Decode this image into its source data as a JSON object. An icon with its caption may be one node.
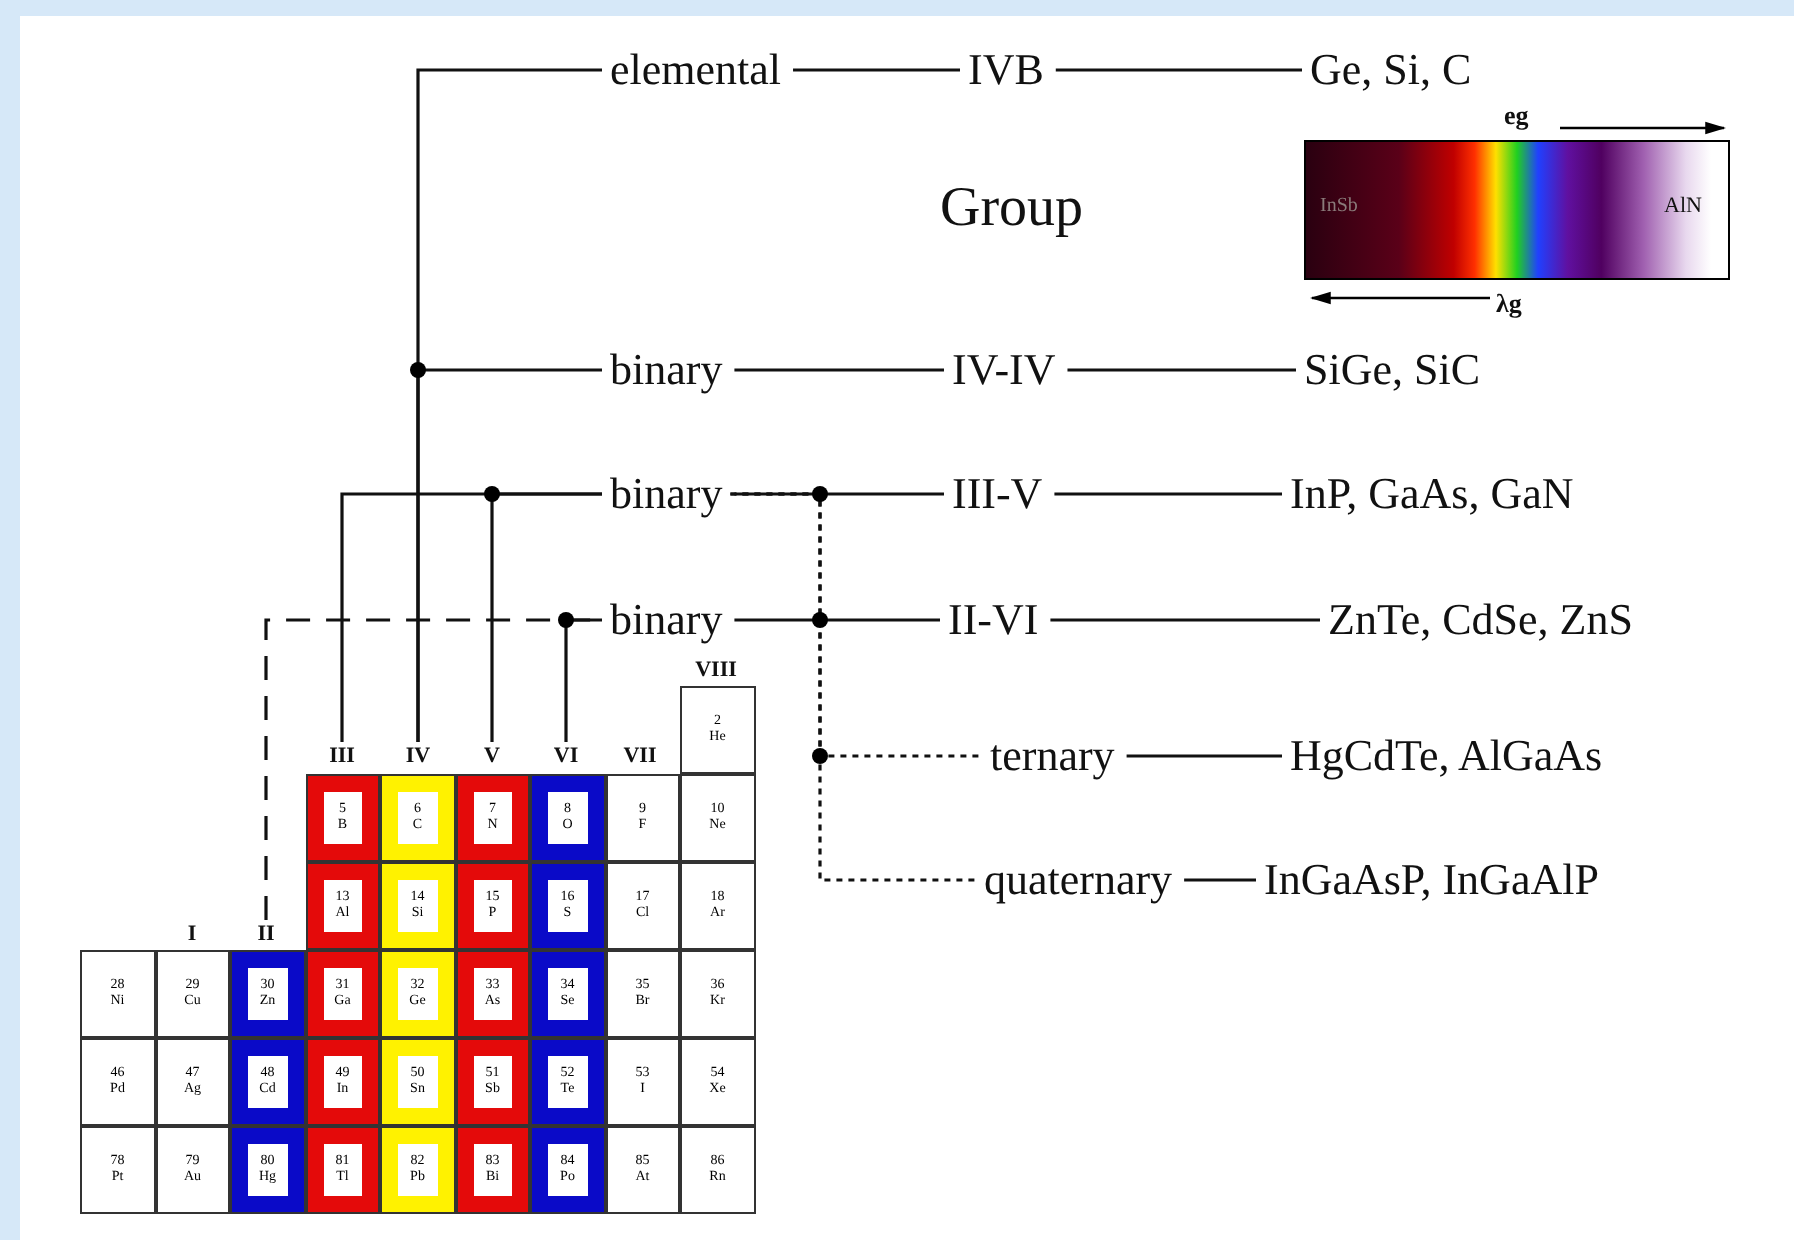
{
  "diagram": {
    "nodes": [
      {
        "text": [
          "elemental"
        ]
      },
      {
        "text": [
          "IVB"
        ]
      },
      {
        "text": [
          "Ge, Si, C"
        ]
      },
      {
        "text": [
          "binary"
        ]
      },
      {
        "text": [
          "IV-IV"
        ]
      },
      {
        "text": [
          "SiGe, SiC"
        ]
      },
      {
        "text": [
          "binary"
        ]
      },
      {
        "text": [
          "III-V"
        ]
      },
      {
        "text": [
          "InP, GaAs, GaN"
        ]
      },
      {
        "text": [
          "binary"
        ]
      },
      {
        "text": [
          "II-VI"
        ]
      },
      {
        "text": [
          "ZnTe, CdSe, ZnS"
        ]
      },
      {
        "text": [
          "ternary"
        ]
      },
      {
        "text": [
          "HgCdTe, AlGaAs"
        ]
      },
      {
        "text": [
          "quaternary"
        ]
      },
      {
        "text": [
          "InGaAsP, InGaAlP"
        ]
      },
      {
        "text": [
          "II"
        ]
      },
      {
        "text": [
          "III"
        ]
      },
      {
        "text": [
          "IV"
        ]
      },
      {
        "text": [
          "V"
        ]
      },
      {
        "text": [
          "VI"
        ]
      }
    ],
    "edges": [
      {
        "from": 18,
        "to": 0,
        "arrow": "none"
      },
      {
        "from": 0,
        "to": 1,
        "arrow": "none"
      },
      {
        "from": 1,
        "to": 2,
        "arrow": "none"
      },
      {
        "from": 18,
        "to": 3,
        "arrow": "none"
      },
      {
        "from": 3,
        "to": 4,
        "arrow": "none"
      },
      {
        "from": 4,
        "to": 5,
        "arrow": "none"
      },
      {
        "from": 17,
        "to": 6,
        "arrow": "none"
      },
      {
        "from": 19,
        "to": 6,
        "arrow": "none"
      },
      {
        "from": 6,
        "to": 7,
        "arrow": "none"
      },
      {
        "from": 7,
        "to": 8,
        "arrow": "none"
      },
      {
        "from": 16,
        "to": 9,
        "arrow": "none",
        "style": "dashed"
      },
      {
        "from": 20,
        "to": 9,
        "arrow": "none"
      },
      {
        "from": 9,
        "to": 10,
        "arrow": "none"
      },
      {
        "from": 10,
        "to": 11,
        "arrow": "none"
      },
      {
        "from": 6,
        "to": 12,
        "arrow": "none",
        "style": "dashed"
      },
      {
        "from": 12,
        "to": 13,
        "arrow": "none"
      },
      {
        "from": 6,
        "to": 14,
        "arrow": "none",
        "style": "dashed"
      },
      {
        "from": 14,
        "to": 15,
        "arrow": "none"
      }
    ],
    "labels": [
      "Group",
      "eg",
      "InSb",
      "AlN",
      "λg",
      "VIII",
      "I",
      "VII",
      "2 He",
      "5 B",
      "6 C",
      "7 N",
      "8 O",
      "9 F",
      "10 Ne",
      "13 Al",
      "14 Si",
      "15 P",
      "16 S",
      "17 Cl",
      "18 Ar",
      "28 Ni",
      "29 Cu",
      "30 Zn",
      "31 Ga",
      "32 Ge",
      "33 As",
      "34 Se",
      "35 Br",
      "36 Kr",
      "46 Pd",
      "47 Ag",
      "48 Cd",
      "49 In",
      "50 Sn",
      "51 Sb",
      "52 Te",
      "53 I",
      "54 Xe",
      "78 Pt",
      "79 Au",
      "80 Hg",
      "81 Tl",
      "82 Pb",
      "83 Bi",
      "84 Po",
      "85 At",
      "86 Rn"
    ]
  }
}
